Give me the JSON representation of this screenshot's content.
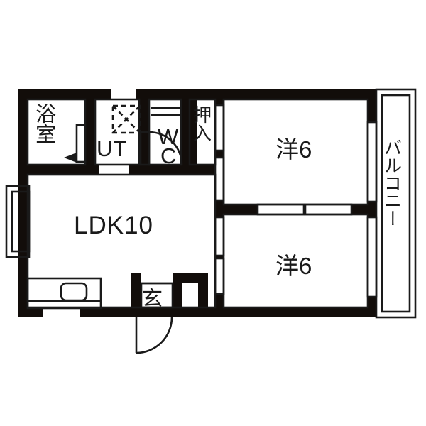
{
  "plan": {
    "type": "floor-plan",
    "layout_code": "2LDK",
    "unit_label": "",
    "background_color": "#ffffff",
    "wall_color": "#120d0a",
    "line_color": "#1a1a1a",
    "rooms": [
      {
        "id": "bathroom",
        "label": "浴室",
        "orientation": "horizontal",
        "note": "unit bath"
      },
      {
        "id": "utility",
        "label": "UT",
        "orientation": "horizontal",
        "note": "washing machine space"
      },
      {
        "id": "toilet",
        "label": "WC",
        "orientation": "stacked",
        "note": "water closet"
      },
      {
        "id": "closet",
        "label": "押入",
        "orientation": "vertical",
        "note": "oshiire closet"
      },
      {
        "id": "western-1",
        "label": "洋6",
        "orientation": "horizontal",
        "note": "western room 6 jo"
      },
      {
        "id": "western-2",
        "label": "洋6",
        "orientation": "horizontal",
        "note": "western room 6 jo"
      },
      {
        "id": "living",
        "label": "LDK10",
        "orientation": "horizontal",
        "note": "living dining kitchen 10 jo"
      },
      {
        "id": "entrance",
        "label": "玄",
        "orientation": "horizontal",
        "note": "genkan entrance"
      },
      {
        "id": "balcony",
        "label": "バルコニー",
        "orientation": "vertical",
        "note": "balcony"
      }
    ],
    "fixtures": [
      {
        "id": "kitchen-sink",
        "name": "kitchen-counter-sink"
      },
      {
        "id": "washer-space",
        "name": "washing-machine-space"
      },
      {
        "id": "entrance-door",
        "name": "entrance-swing-door"
      },
      {
        "id": "wc-door",
        "name": "toilet-swing-door"
      },
      {
        "id": "bath-door",
        "name": "bathroom-door"
      },
      {
        "id": "bay-window",
        "name": "bay-window-projection"
      }
    ]
  }
}
